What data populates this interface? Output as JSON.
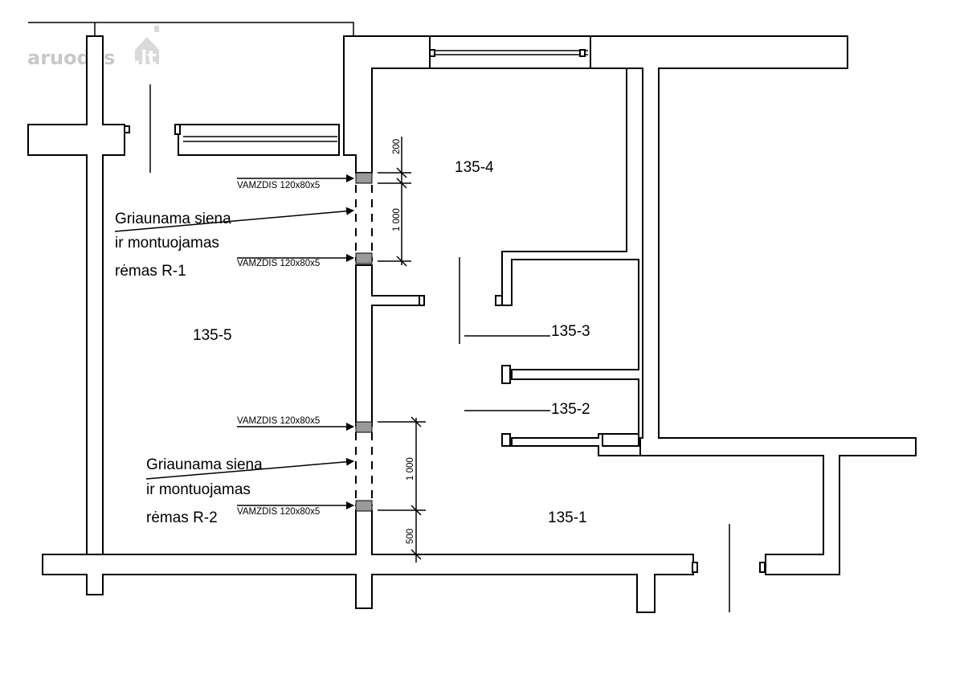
{
  "watermark": {
    "text_left": "aruodas",
    "text_right": ".lt"
  },
  "rooms": {
    "r1": "135-1",
    "r2": "135-2",
    "r3": "135-3",
    "r4": "135-4",
    "r5": "135-5"
  },
  "pipes": {
    "p1": "VAMZDIS 120x80x5",
    "p2": "VAMZDIS 120x80x5",
    "p3": "VAMZDIS 120x80x5",
    "p4": "VAMZDIS 120x80x5"
  },
  "dimensions": {
    "d1": "200",
    "d2": "1 000",
    "d3": "1 000",
    "d4": "500"
  },
  "notes": {
    "r1": {
      "line1": "Griaunama siena",
      "line2": "ir montuojamas",
      "line3": "rėmas R-1"
    },
    "r2": {
      "line1": "Griaunama siena",
      "line2": "ir montuojamas",
      "line3": "rėmas R-2"
    }
  }
}
